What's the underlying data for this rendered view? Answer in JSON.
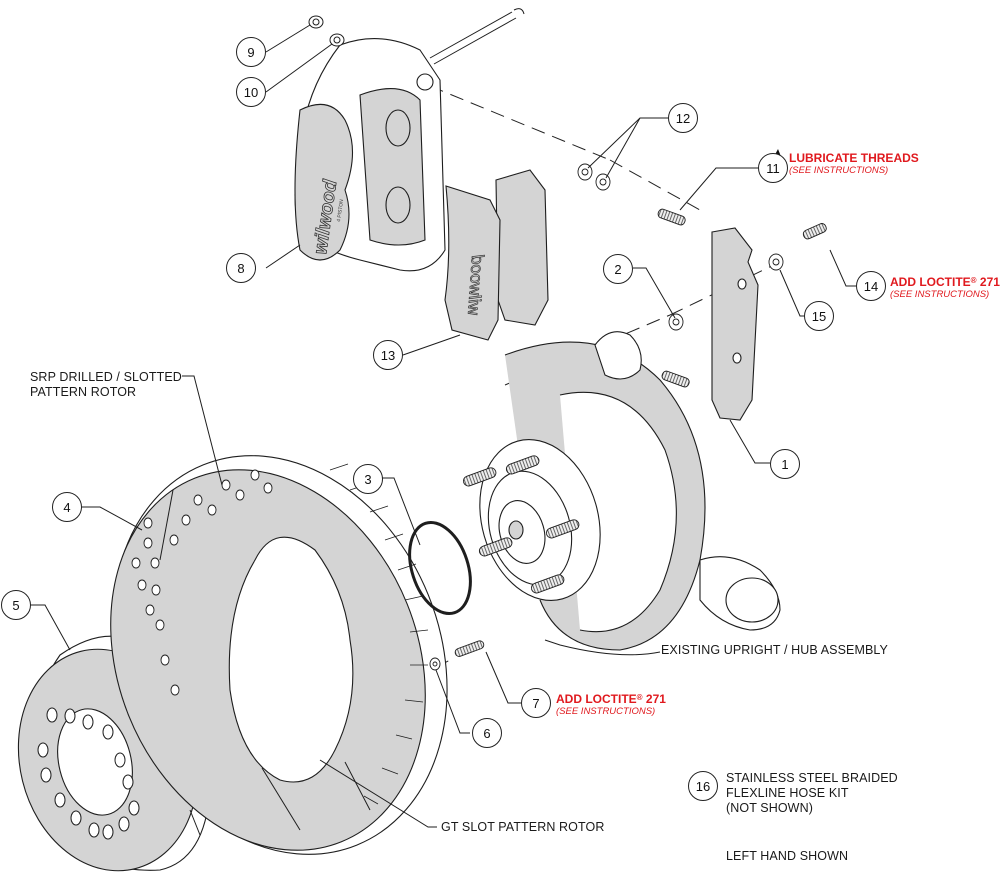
{
  "diagram": {
    "title": "Brake kit exploded assembly view",
    "brand_logo_text": "wilwood",
    "caliper_subtext": "4 PISTON",
    "colors": {
      "part_fill": "#d4d4d4",
      "line": "#1e1e1e",
      "note_red": "#e0191e",
      "background": "#ffffff"
    },
    "callouts": [
      {
        "number": "1",
        "part": "caliper-mounting-bracket"
      },
      {
        "number": "2",
        "part": "shim-washer"
      },
      {
        "number": "3",
        "part": "centering-ring"
      },
      {
        "number": "4",
        "part": "rotor"
      },
      {
        "number": "5",
        "part": "rotor-hat"
      },
      {
        "number": "6",
        "part": "washer"
      },
      {
        "number": "7",
        "part": "hat-bolt"
      },
      {
        "number": "8",
        "part": "caliper"
      },
      {
        "number": "9",
        "part": "bridge-nut"
      },
      {
        "number": "10",
        "part": "bridge-washer"
      },
      {
        "number": "11",
        "part": "bracket-stud"
      },
      {
        "number": "12",
        "part": "stud-washers"
      },
      {
        "number": "13",
        "part": "brake-pads"
      },
      {
        "number": "14",
        "part": "bracket-bolt"
      },
      {
        "number": "15",
        "part": "bracket-washer"
      },
      {
        "number": "16",
        "part": "flexline-hose-kit"
      }
    ],
    "notes": {
      "lubricate": {
        "main": "LUBRICATE THREADS",
        "sub": "(SEE INSTRUCTIONS)",
        "icon": "oil-drop-icon"
      },
      "loctite_14": {
        "main": "ADD LOCTITE",
        "reg": "®",
        "grade": " 271",
        "sub": "(SEE INSTRUCTIONS)"
      },
      "loctite_7": {
        "main": "ADD LOCTITE",
        "reg": "®",
        "grade": " 271",
        "sub": "(SEE INSTRUCTIONS)"
      }
    },
    "labels": {
      "srp_rotor_line1": "SRP DRILLED / SLOTTED",
      "srp_rotor_line2": "PATTERN ROTOR",
      "gt_rotor": "GT SLOT PATTERN ROTOR",
      "existing_hub": "EXISTING UPRIGHT / HUB ASSEMBLY",
      "hose_kit_line1": "STAINLESS STEEL BRAIDED",
      "hose_kit_line2": "FLEXLINE HOSE KIT",
      "hose_kit_line3": "(NOT SHOWN)",
      "left_hand": "LEFT HAND SHOWN"
    }
  }
}
